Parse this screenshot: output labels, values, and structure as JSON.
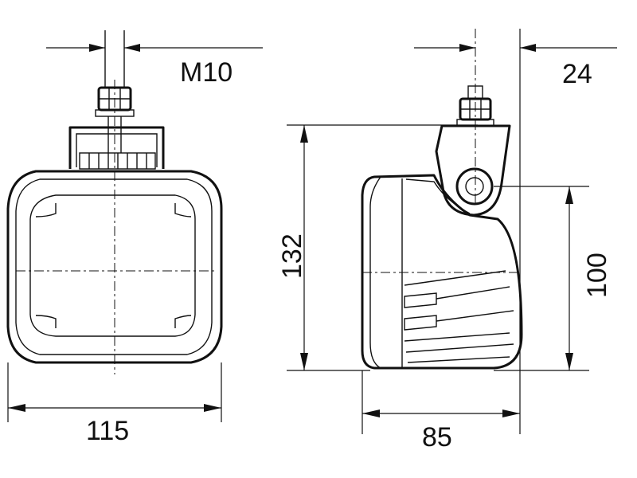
{
  "dimensions": {
    "thread": "M10",
    "front_width": "115",
    "height_total": "132",
    "lens_height": "100",
    "depth": "85",
    "bracket_offset": "24"
  }
}
